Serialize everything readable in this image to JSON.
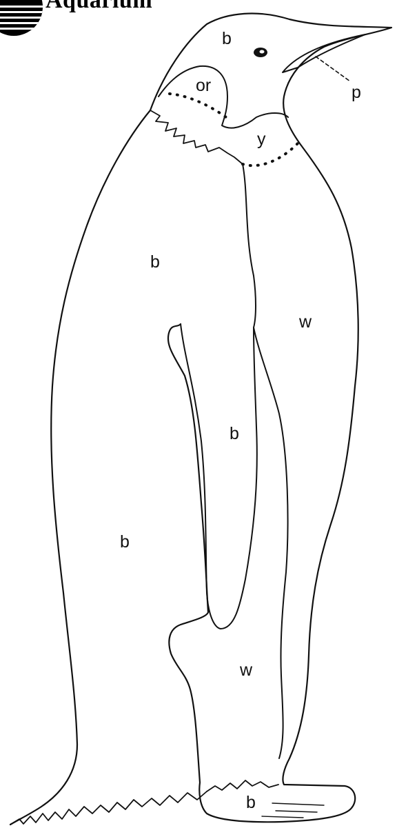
{
  "header": {
    "logo_text": "Aquarium"
  },
  "labels": {
    "head_black": "b",
    "ear_patch": "or",
    "bill_plate": "p",
    "neck_yellow": "y",
    "back_black": "b",
    "belly_white": "w",
    "flipper_black": "b",
    "lower_back_black": "b",
    "lower_belly_white": "w",
    "feet_black": "b"
  },
  "icons": {
    "logo": "aquarium-logo-icon"
  }
}
